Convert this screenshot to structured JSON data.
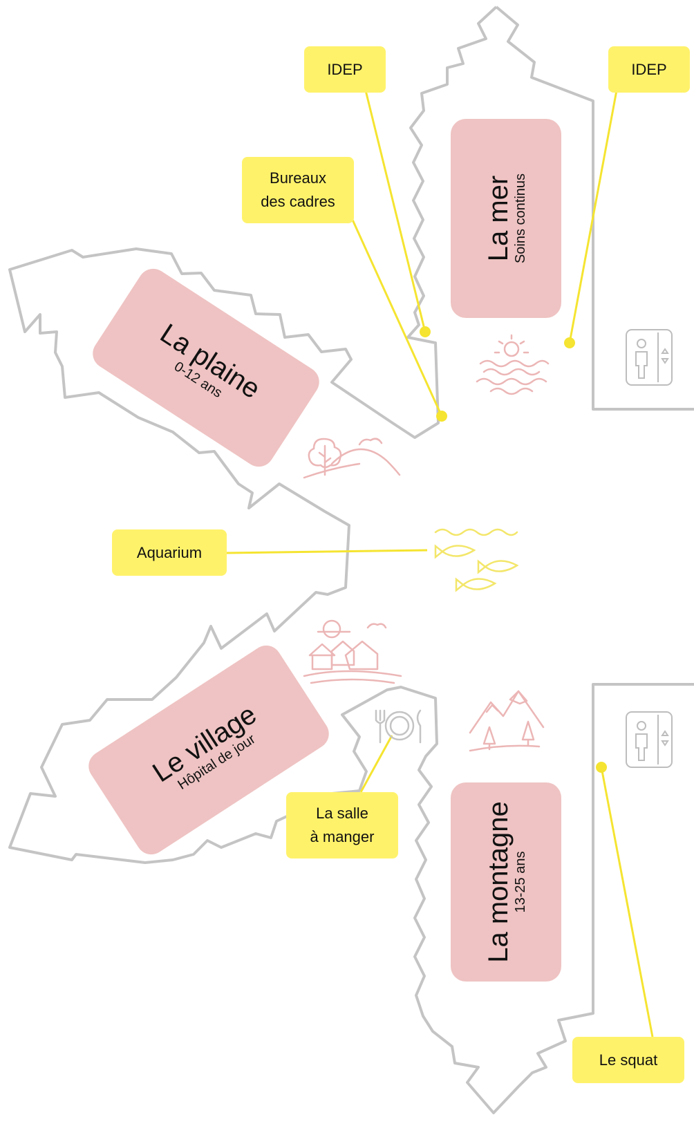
{
  "zones": {
    "mer": {
      "name": "La mer",
      "subtitle": "Soins continus"
    },
    "plaine": {
      "name": "La plaine",
      "subtitle": "0-12 ans"
    },
    "village": {
      "name": "Le village",
      "subtitle": "Hôpital de jour"
    },
    "montagne": {
      "name": "La montagne",
      "subtitle": "13-25 ans"
    }
  },
  "callouts": {
    "idep_left": "IDEP",
    "idep_right": "IDEP",
    "bureaux_line1": "Bureaux",
    "bureaux_line2": "des cadres",
    "aquarium": "Aquarium",
    "salle_line1": "La salle",
    "salle_line2": "à manger",
    "squat": "Le squat"
  },
  "icons": [
    "sun-waves-icon",
    "tree-hill-icon",
    "fish-icon",
    "village-houses-icon",
    "plate-cutlery-icon",
    "mountains-icon",
    "elevator-icon",
    "elevator-icon"
  ],
  "colors": {
    "callout": "#fff26b",
    "zone": "#efc3c3",
    "outline": "#c4c4c4",
    "leader": "#f5e431",
    "icon_pink": "#ecb6b6",
    "icon_yellow": "#f3e66a"
  }
}
